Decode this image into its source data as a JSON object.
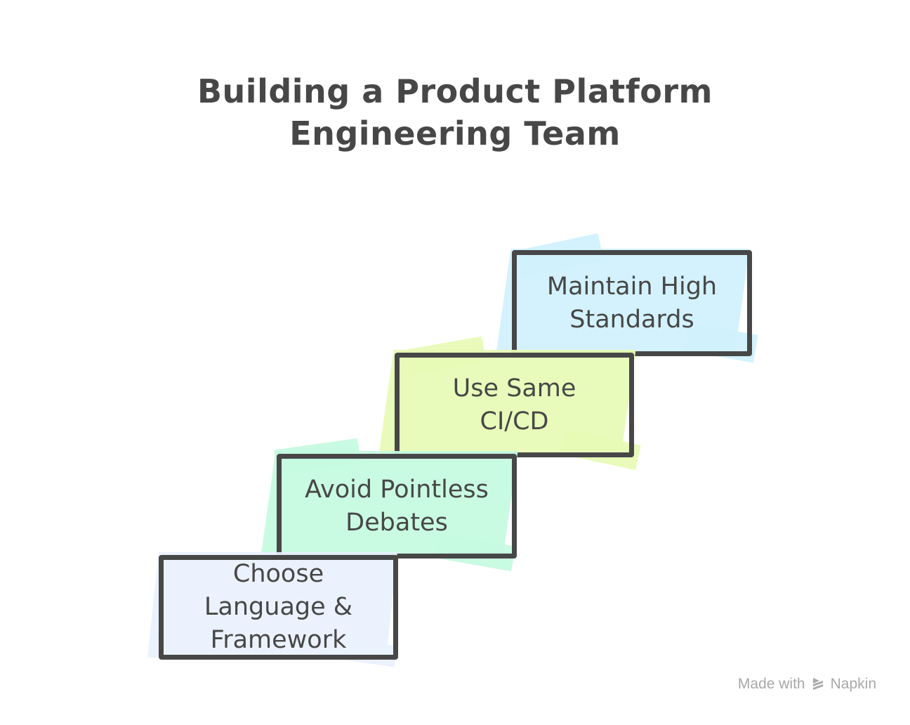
{
  "title": {
    "line1": "Building a Product Platform",
    "line2": "Engineering Team"
  },
  "steps": [
    {
      "label_lines": [
        "Choose",
        "Language &",
        "Framework"
      ],
      "fill": "#eaf1fe",
      "order": 1
    },
    {
      "label_lines": [
        "Avoid Pointless",
        "Debates"
      ],
      "fill": "#c6fbe2",
      "order": 2
    },
    {
      "label_lines": [
        "Use Same",
        "CI/CD"
      ],
      "fill": "#e7fbb6",
      "order": 3
    },
    {
      "label_lines": [
        "Maintain High",
        "Standards"
      ],
      "fill": "#d1f1fd",
      "order": 4
    }
  ],
  "colors": {
    "stroke": "#474747",
    "text": "#474747",
    "footer": "#a8a8a8"
  },
  "footer": {
    "made_with": "Made with",
    "brand": "Napkin",
    "icon": "napkin-logo-icon"
  }
}
